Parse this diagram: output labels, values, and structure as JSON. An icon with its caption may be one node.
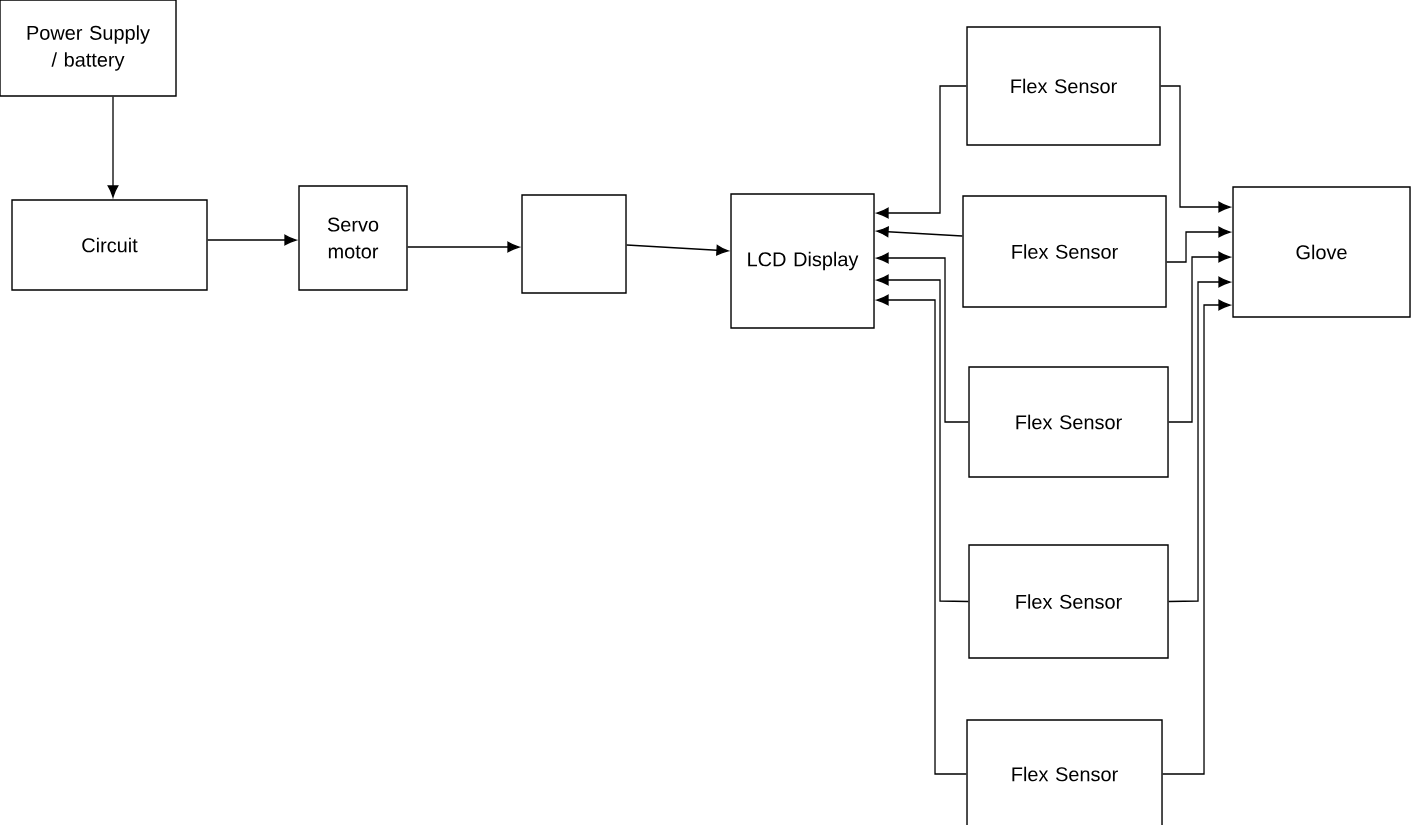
{
  "diagram": {
    "nodes": [
      {
        "text": [
          "Power Supply / battery"
        ]
      },
      {
        "text": [
          "Circuit"
        ]
      },
      {
        "text": [
          "Servo motor"
        ]
      },
      {
        "text": [],
        "shape": "box"
      },
      {
        "text": [
          "LCD Display"
        ]
      },
      {
        "text": [
          "Flex Sensor"
        ]
      },
      {
        "text": [
          "Flex Sensor"
        ]
      },
      {
        "text": [
          "Flex Sensor"
        ]
      },
      {
        "text": [
          "Flex Sensor"
        ]
      },
      {
        "text": [
          "Flex Sensor"
        ]
      },
      {
        "text": [
          "Glove"
        ]
      }
    ],
    "edges": [
      {
        "from": 0,
        "to": 1,
        "arrow": "to"
      },
      {
        "from": 1,
        "to": 2,
        "arrow": "to"
      },
      {
        "from": 2,
        "to": 3,
        "arrow": "to"
      },
      {
        "from": 3,
        "to": 4,
        "arrow": "to"
      },
      {
        "from": 5,
        "to": 4,
        "arrow": "to"
      },
      {
        "from": 6,
        "to": 4,
        "arrow": "to"
      },
      {
        "from": 7,
        "to": 4,
        "arrow": "to"
      },
      {
        "from": 8,
        "to": 4,
        "arrow": "to"
      },
      {
        "from": 9,
        "to": 4,
        "arrow": "to"
      },
      {
        "from": 5,
        "to": 10,
        "arrow": "to"
      },
      {
        "from": 6,
        "to": 10,
        "arrow": "to"
      },
      {
        "from": 7,
        "to": 10,
        "arrow": "to"
      },
      {
        "from": 8,
        "to": 10,
        "arrow": "to"
      },
      {
        "from": 9,
        "to": 10,
        "arrow": "to"
      }
    ]
  }
}
